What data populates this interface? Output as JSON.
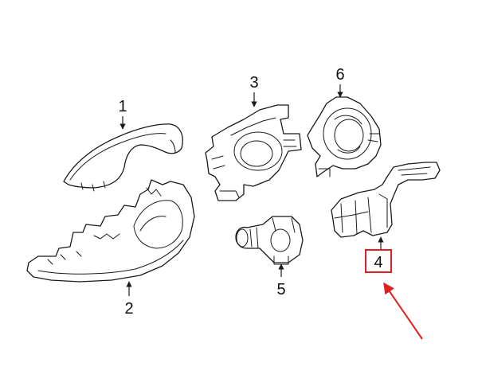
{
  "callouts": [
    {
      "id": "1",
      "label": "1"
    },
    {
      "id": "2",
      "label": "2"
    },
    {
      "id": "3",
      "label": "3"
    },
    {
      "id": "4",
      "label": "4",
      "highlighted": true
    },
    {
      "id": "5",
      "label": "5"
    },
    {
      "id": "6",
      "label": "6"
    }
  ],
  "colors": {
    "line": "#1a1a1a",
    "highlight": "#e0201c",
    "background": "#ffffff"
  }
}
